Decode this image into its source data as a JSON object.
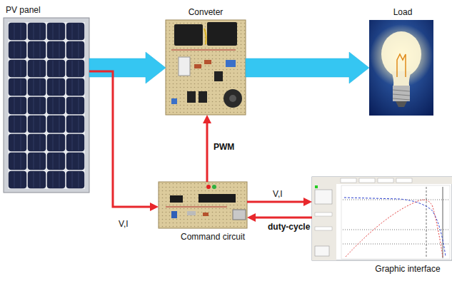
{
  "diagram": {
    "nodes": [
      {
        "text": [
          "PV panel"
        ]
      },
      {
        "text": [
          "Conveter"
        ]
      },
      {
        "text": [
          "Load"
        ]
      },
      {
        "text": [
          "Command circuit"
        ]
      },
      {
        "text": [
          "Graphic interface"
        ]
      }
    ],
    "edges": [
      {
        "from": 0,
        "to": 1,
        "arrow": "to"
      },
      {
        "from": 1,
        "to": 2,
        "arrow": "to"
      },
      {
        "from": 0,
        "to": 3,
        "label": "V,I",
        "arrow": "to"
      },
      {
        "from": 3,
        "to": 1,
        "label": "PWM",
        "arrow": "to"
      },
      {
        "from": 3,
        "to": 4,
        "label": "V,I",
        "arrow": "to"
      },
      {
        "from": 4,
        "to": 3,
        "label": "duty-cycle",
        "arrow": "to"
      }
    ]
  }
}
